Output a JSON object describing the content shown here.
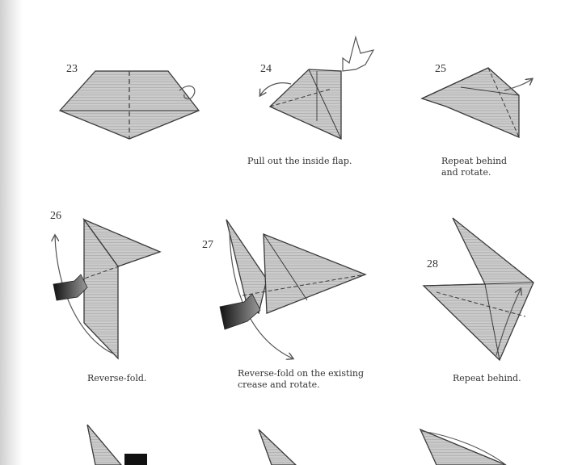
{
  "steps": [
    {
      "number": "23",
      "caption": ""
    },
    {
      "number": "24",
      "caption": "Pull out the inside flap."
    },
    {
      "number": "25",
      "caption": "Repeat behind\nand rotate."
    },
    {
      "number": "26",
      "caption": "Reverse-fold."
    },
    {
      "number": "27",
      "caption": "Reverse-fold on the existing\ncrease and rotate."
    },
    {
      "number": "28",
      "caption": "Repeat behind."
    }
  ],
  "colors": {
    "paper_fill": "#c9c9c9",
    "paper_stripe": "#b0b0b0",
    "line": "#3a3a3a",
    "arrow": "#555555"
  }
}
